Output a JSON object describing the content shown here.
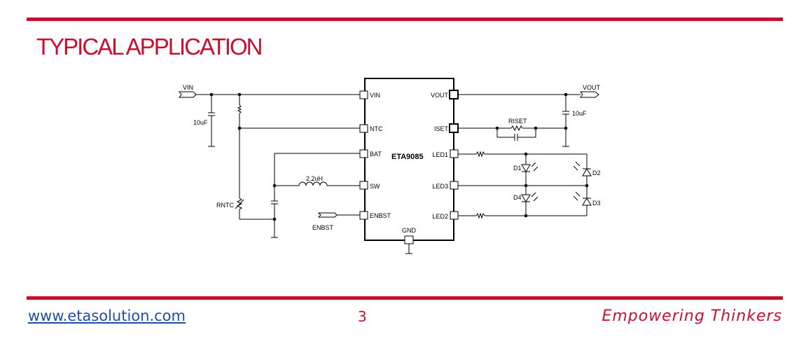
{
  "header": {
    "title": "TYPICAL APPLICATION"
  },
  "schematic": {
    "chip": "ETA9085",
    "pins": {
      "vin": "VIN",
      "ntc": "NTC",
      "bat": "BAT",
      "sw": "SW",
      "enbst": "ENBST",
      "gnd": "GND",
      "vout": "VOUT",
      "iset": "ISET",
      "led1": "LED1",
      "led3": "LED3",
      "led2": "LED2"
    },
    "labels": {
      "vin": "VIN",
      "vout": "VOUT",
      "cin": "10uF",
      "cout": "10uF",
      "inductor": "2.2uH",
      "rntc": "RNTC",
      "enbst": "ENBST",
      "riset": "RISET",
      "d1": "D1",
      "d2": "D2",
      "d3": "D3",
      "d4": "D4"
    }
  },
  "footer": {
    "url": "www.etasolution.com",
    "page": "3",
    "tagline": "Empowering Thinkers"
  },
  "colors": {
    "accent": "#c8102e",
    "link": "#1f4ea8"
  }
}
